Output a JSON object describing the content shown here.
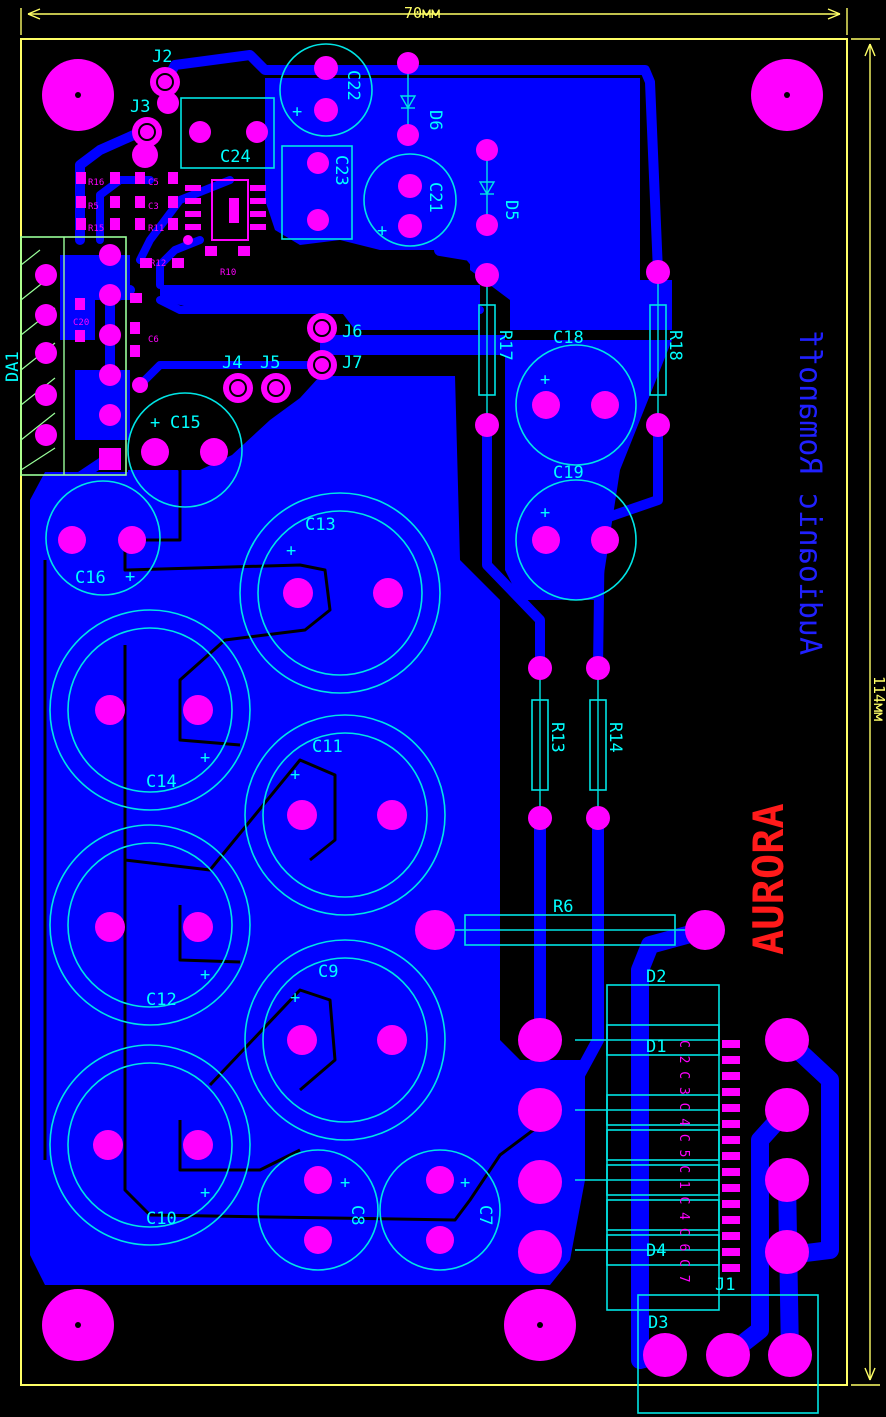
{
  "board": {
    "width_dim": "70мм",
    "height_dim": "114мм",
    "logo": "AURORA",
    "author": "Audioanic Romanoff"
  },
  "colors": {
    "copper": "#0000ff",
    "pad": "#ff00ff",
    "silkscreen": "#00ffff",
    "outline": "#ffff66",
    "logo": "#ff1a1a",
    "background": "#000000"
  },
  "labels": {
    "DA1": "DA1",
    "J1": "J1",
    "J2": "J2",
    "J3": "J3",
    "J4": "J4",
    "J5": "J5",
    "J6": "J6",
    "J7": "J7",
    "C7": "C7",
    "C8": "C8",
    "C9": "C9",
    "C10": "C10",
    "C11": "C11",
    "C12": "C12",
    "C13": "C13",
    "C14": "C14",
    "C15": "C15",
    "C16": "C16",
    "C18": "C18",
    "C19": "C19",
    "C21": "C21",
    "C22": "C22",
    "C23": "C23",
    "C24": "C24",
    "D1": "D1",
    "D2": "D2",
    "D3": "D3",
    "D4": "D4",
    "D5": "D5",
    "D6": "D6",
    "R6": "R6",
    "R13": "R13",
    "R14": "R14",
    "R17": "R17",
    "R18": "R18",
    "plus": "+"
  },
  "smd_labels": {
    "r16": "R16",
    "r5": "R5",
    "r15": "R15",
    "c3": "C3",
    "c5": "C5",
    "c20": "C20",
    "r11": "R11",
    "r10": "R10",
    "r12": "R12",
    "c6": "C6",
    "c4": "C4",
    "c1": "C1",
    "c2": "C2",
    "bridge_caps": "C 2 C 3 C 4 C 5 C 1 C 4 C 6 C 7"
  }
}
